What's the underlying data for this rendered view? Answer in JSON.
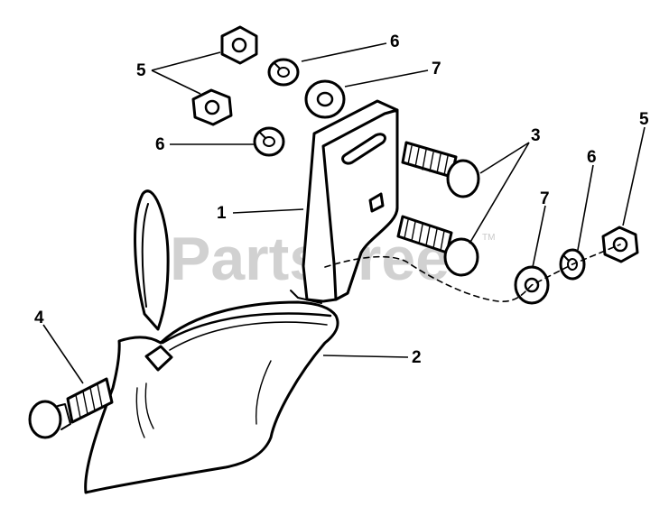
{
  "watermark": {
    "text": "PartsTree",
    "trademark": "TM"
  },
  "callouts": {
    "c5_top": "5",
    "c6_top": "6",
    "c7_top": "7",
    "c6_left": "6",
    "c3": "3",
    "c1": "1",
    "c7_right": "7",
    "c6_right": "6",
    "c5_right": "5",
    "c4": "4",
    "c2": "2"
  },
  "colors": {
    "ink": "#000000",
    "watermark": "#c9c9c9",
    "background": "#ffffff"
  }
}
